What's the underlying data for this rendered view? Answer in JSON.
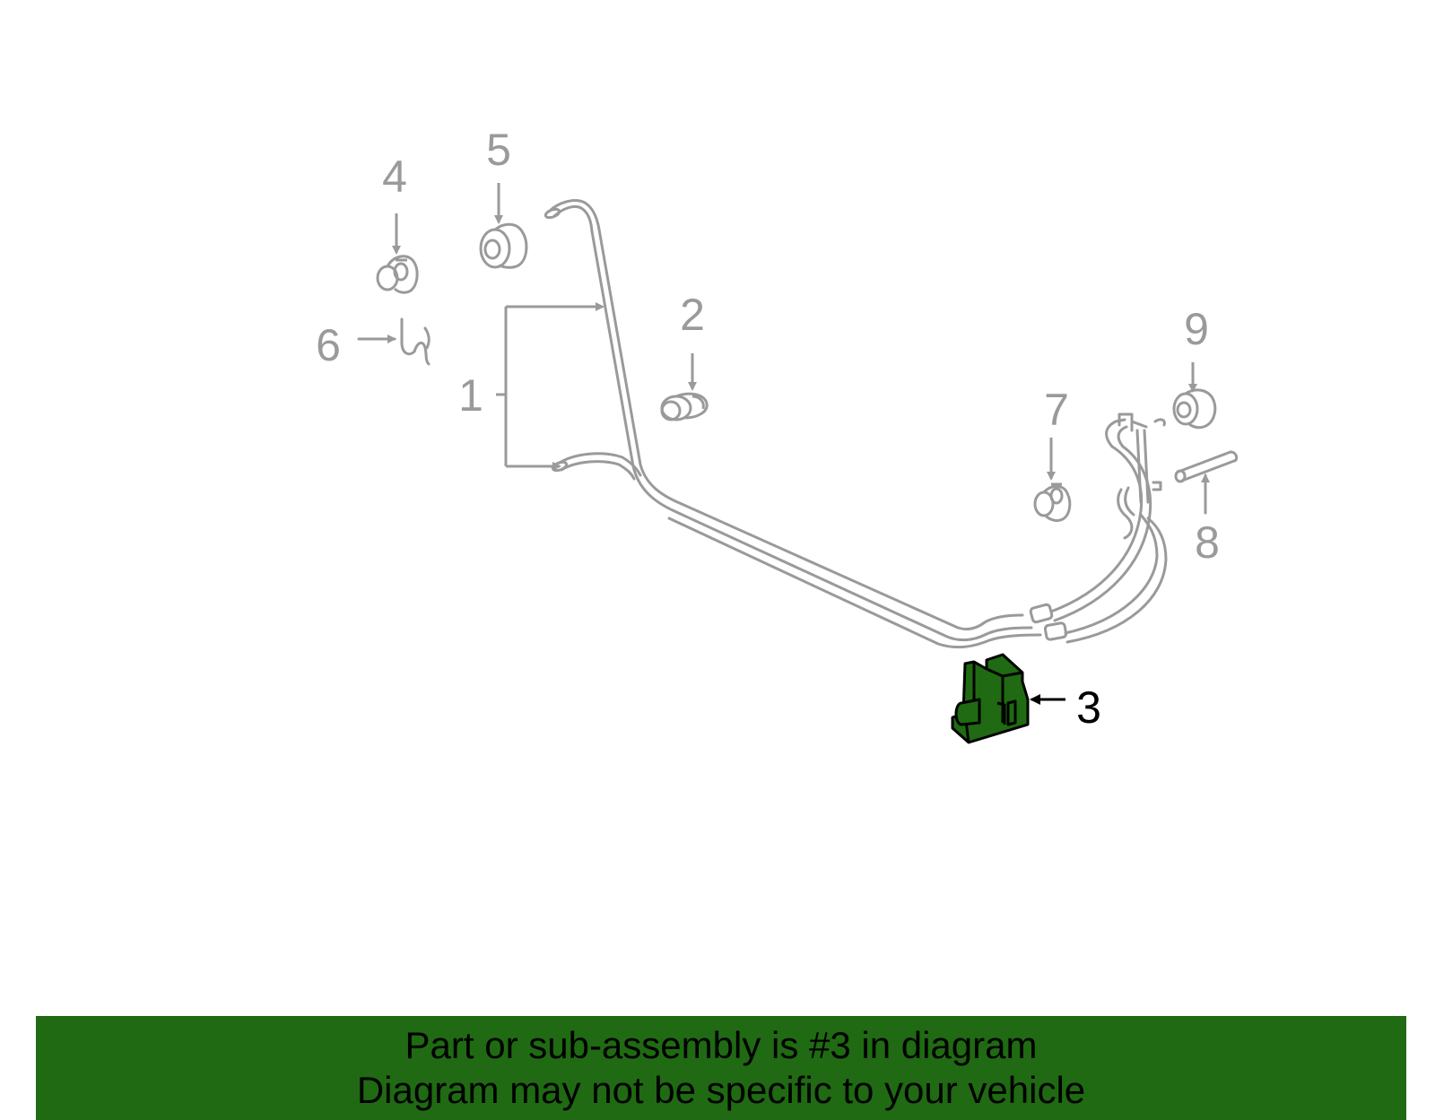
{
  "colors": {
    "line_gray": "#9a9a9a",
    "highlight_green": "#1f6a12",
    "highlight_label": "#000000",
    "banner_bg": "#1f6a12",
    "banner_text": "#000000",
    "background": "#ffffff"
  },
  "callouts": {
    "c1": "1",
    "c2": "2",
    "c3": "3",
    "c4": "4",
    "c5": "5",
    "c6": "6",
    "c7": "7",
    "c8": "8",
    "c9": "9"
  },
  "highlighted_part": "3",
  "banner": {
    "line1": "Part or sub-assembly is #3 in diagram",
    "line2": "Diagram may not be specific to your vehicle"
  }
}
